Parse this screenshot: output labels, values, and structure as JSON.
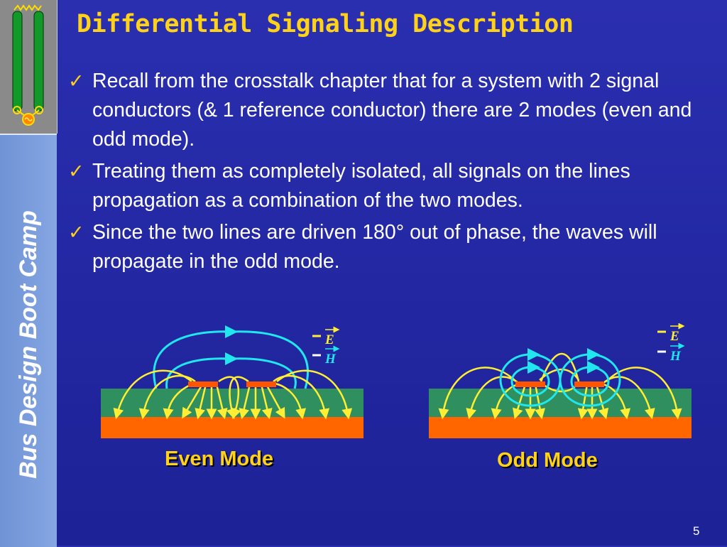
{
  "slide": {
    "title": "Differential Signaling Description",
    "sidebar_title": "Bus Design Boot Camp",
    "page_number": "5",
    "bullets": [
      {
        "text": "Recall from the crosstalk chapter that for a system with 2 signal conductors (& 1 reference conductor) there are 2 modes (even and odd mode)."
      },
      {
        "text": "Treating them as completely isolated, all signals on the lines propagation as a combination of the two modes."
      },
      {
        "text": "Since the two lines are driven 180° out of phase, the waves will propagate in the odd mode."
      }
    ],
    "bullet_icon": "check-mark-icon"
  },
  "figures": {
    "even": {
      "label": "Even Mode"
    },
    "odd": {
      "label": "Odd Mode"
    },
    "legend": {
      "e_symbol": "E",
      "h_symbol": "H"
    }
  },
  "colors": {
    "accent_yellow": "#ffd21a",
    "e_field": "#ffee33",
    "h_field": "#22e6ee",
    "dielectric": "#2f8f5f",
    "ground_plane": "#ff6600",
    "conductor": "#ff5500",
    "background": "#2226a0",
    "sidebar": "#7a9de0"
  }
}
